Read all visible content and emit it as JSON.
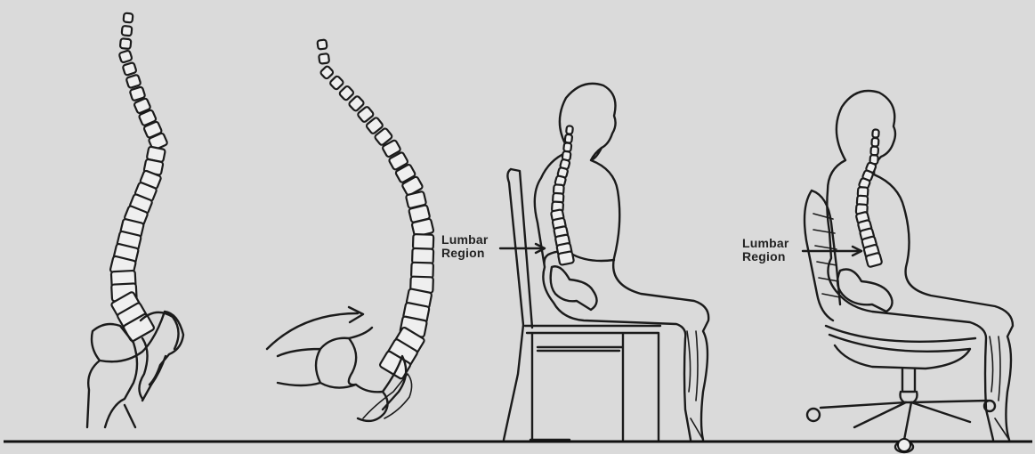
{
  "panels": [
    {
      "id": "standing-spine"
    },
    {
      "id": "slumped-spine"
    },
    {
      "id": "straight-chair",
      "label_line1": "Lumbar",
      "label_line2": "Region"
    },
    {
      "id": "ergonomic-chair",
      "label_line1": "Lumbar",
      "label_line2": "Region"
    }
  ]
}
